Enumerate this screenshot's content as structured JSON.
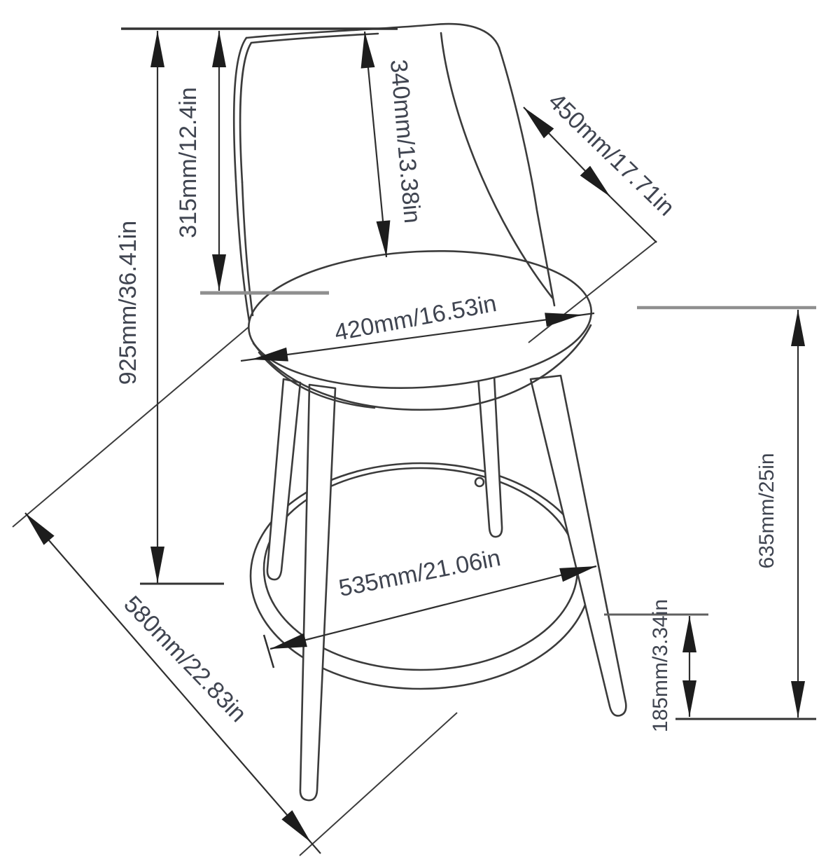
{
  "diagram": {
    "type": "furniture-dimension-drawing",
    "subject": "bar stool with round seat and footrest ring",
    "background_color": "#ffffff",
    "line_color": "#3b3b3b",
    "datum_color": "#8f8f8f",
    "text_color": "#3f4450",
    "labels": {
      "overall_height": "925mm/36.41in",
      "backrest_height": "315mm/12.4in",
      "backrest_length": "340mm/13.38in",
      "back_diagonal": "450mm/17.71in",
      "seat_diameter": "420mm/16.53in",
      "footrest_diameter": "535mm/21.06in",
      "base_depth": "580mm/22.83in",
      "seat_height": "635mm/25in",
      "footrest_height": "185mm/3.34in"
    }
  }
}
